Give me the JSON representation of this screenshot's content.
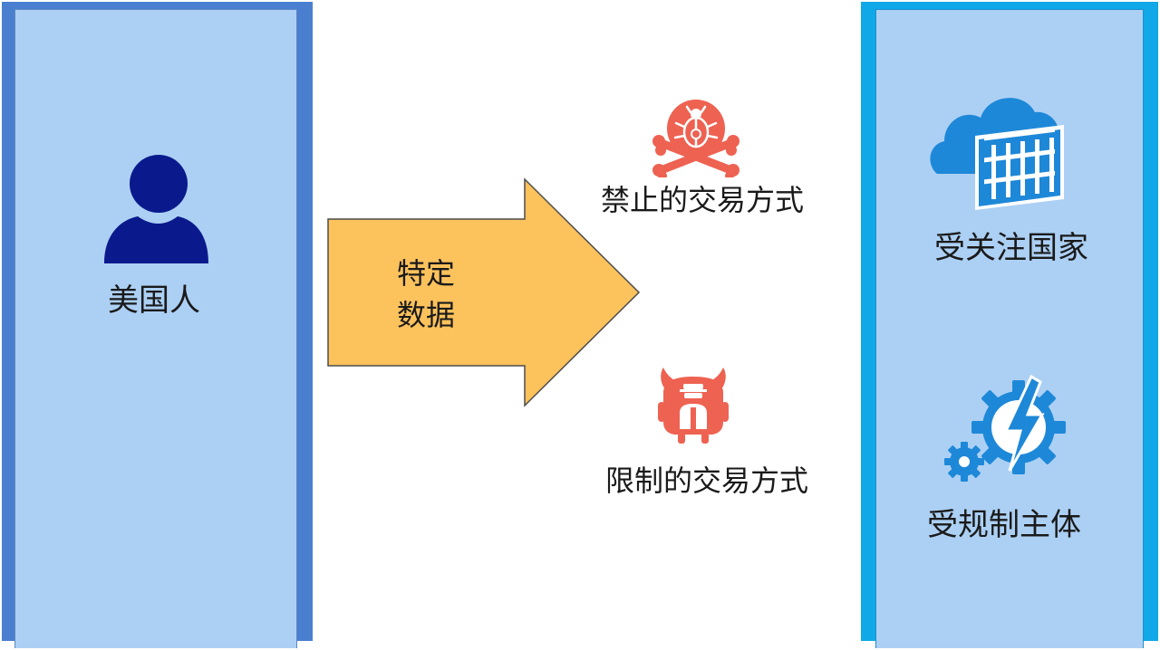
{
  "source": {
    "label": "美国人",
    "icon": "person-icon",
    "color": "#0a1a8c"
  },
  "arrow": {
    "line1": "特定",
    "line2": "数据",
    "fill": "#fcc25c"
  },
  "transactions": {
    "prohibited": {
      "label": "禁止的交易方式",
      "icon": "skull-bug-icon"
    },
    "restricted": {
      "label": "限制的交易方式",
      "icon": "hacker-monster-icon"
    },
    "icon_color": "#ee6252"
  },
  "targets": {
    "country": {
      "label": "受关注国家",
      "icon": "cloud-building-icon"
    },
    "entity": {
      "label": "受规制主体",
      "icon": "gear-lightning-icon"
    },
    "icon_color": "#1e88d8"
  }
}
